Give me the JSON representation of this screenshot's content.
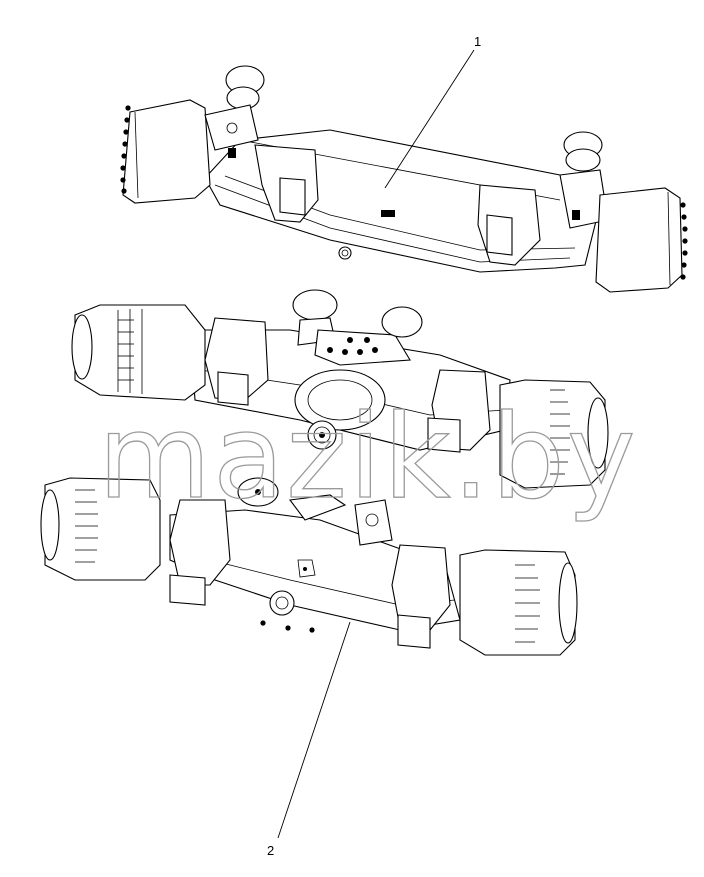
{
  "callouts": [
    {
      "id": "1",
      "label": "1"
    },
    {
      "id": "2",
      "label": "2"
    }
  ],
  "watermark": {
    "text": "mazik.by"
  },
  "colors": {
    "line": "#000000",
    "background": "#ffffff",
    "watermark": "#9a9a9a"
  }
}
